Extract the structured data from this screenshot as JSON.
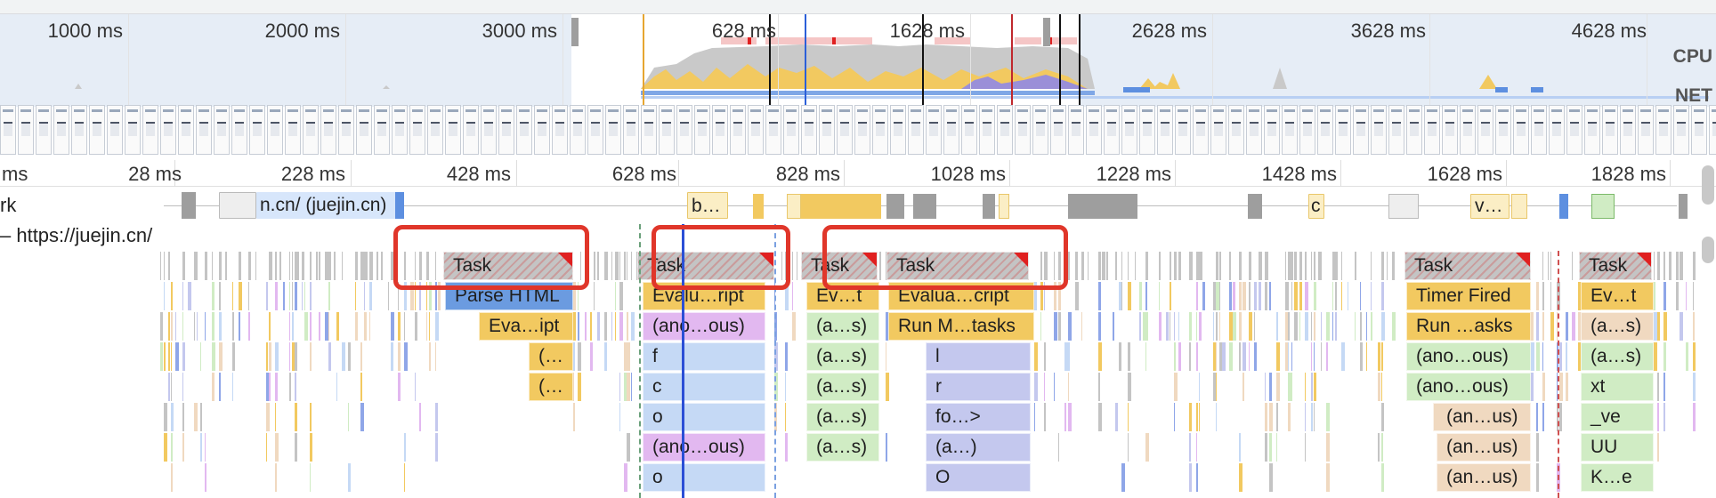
{
  "overview": {
    "ticks": [
      "1000 ms",
      "2000 ms",
      "3000 ms",
      "628 ms",
      "1628 ms",
      "2628 ms",
      "3628 ms",
      "4628 ms"
    ],
    "cpu_label": "CPU",
    "net_label": "NET"
  },
  "ruler": {
    "ticks": [
      "ms",
      "28 ms",
      "228 ms",
      "428 ms",
      "628 ms",
      "828 ms",
      "1028 ms",
      "1228 ms",
      "1428 ms",
      "1628 ms",
      "1828 ms"
    ]
  },
  "network": {
    "label": "rk",
    "items": [
      "n.cn/ (juejin.cn)",
      "b…",
      "c",
      "v…"
    ]
  },
  "main": {
    "label": "– https://juejin.cn/"
  },
  "flame": {
    "tasks": [
      "Task",
      "Task",
      "Task",
      "Task",
      "Task",
      "Task"
    ],
    "col_parse": [
      "Parse HTML",
      "Eva…ipt",
      "(…",
      "(…"
    ],
    "col_a": [
      "Evalu…ript",
      "(ano…ous)",
      "f",
      "c",
      "o",
      "(ano…ous)",
      "o"
    ],
    "col_b": [
      "Ev…t",
      "(a…s)",
      "(a…s)",
      "(a…s)",
      "(a…s)",
      "(a…s)"
    ],
    "col_c": [
      "Evalua…cript",
      "Run M…tasks",
      "l",
      "r",
      "fo…>",
      "(a…)",
      "O"
    ],
    "col_d": [
      "Timer Fired",
      "Run …asks",
      "(ano…ous)",
      "(ano…ous)",
      "(an…us)",
      "(an…us)",
      "(an…us)"
    ],
    "col_e": [
      "Ev…t",
      "(a…s)",
      "(a…s)",
      "xt",
      "_ve",
      "UU",
      "K…e"
    ]
  },
  "colors": {
    "scripting": "#f2c960",
    "parse": "#6b9be0",
    "task": "#c4c4c4",
    "anon": "#e2b8f0",
    "frame_blue": "#c5d9f5",
    "green": "#d0ecc4",
    "tan": "#f0d9c0",
    "highlight": "#e0362a"
  }
}
